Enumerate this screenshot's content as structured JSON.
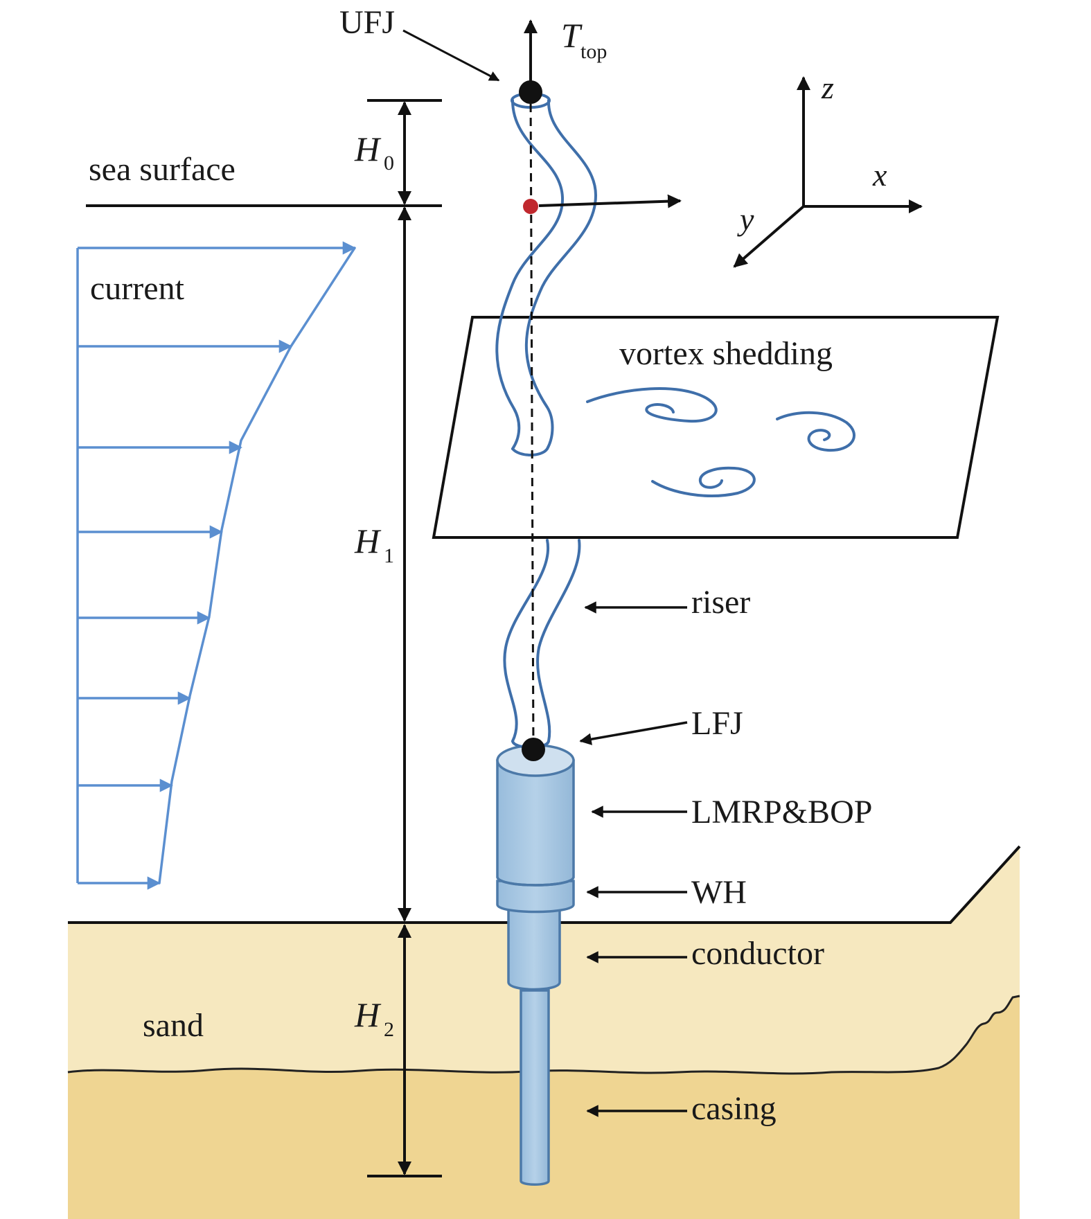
{
  "labels": {
    "ufj": "UFJ",
    "t_top_main": "T",
    "t_top_sub": "top",
    "h0_main": "H",
    "h0_sub": "0",
    "h1_main": "H",
    "h1_sub": "1",
    "h2_main": "H",
    "h2_sub": "2",
    "sea_surface": "sea surface",
    "current": "current",
    "vortex_shedding": "vortex shedding",
    "riser": "riser",
    "lfj": "LFJ",
    "lmrp_bop": "LMRP&BOP",
    "wh": "WH",
    "conductor": "conductor",
    "sand": "sand",
    "casing": "casing",
    "axis_x": "x",
    "axis_y": "y",
    "axis_z": "z"
  },
  "colors": {
    "current_blue": "#5b8fd0",
    "riser_blue": "#3f6faa",
    "equipment_fill": "#a9c8e2",
    "equipment_top": "#cfe0ef",
    "equipment_stroke": "#4c79a8",
    "sand_light": "#f6e8bf",
    "sand_dark": "#efd592",
    "marker_red": "#c0282e",
    "ink": "#111111"
  },
  "icons": {
    "node": "joint-dot-icon",
    "arrow": "arrow-icon"
  }
}
